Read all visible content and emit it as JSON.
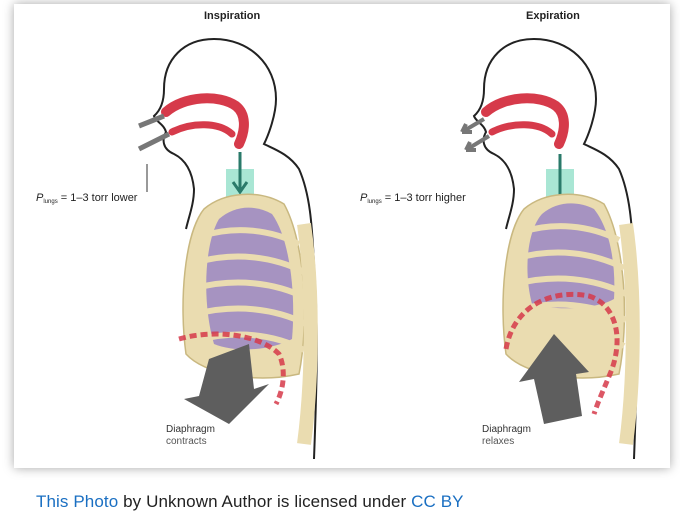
{
  "panels": {
    "inspiration": {
      "title": "Inspiration",
      "pressure_symbol": "P",
      "pressure_sub": "lungs",
      "pressure_text": " = 1–3 torr lower",
      "diaphragm_label": "Diaphragm",
      "diaphragm_state": "contracts"
    },
    "expiration": {
      "title": "Expiration",
      "pressure_symbol": "P",
      "pressure_sub": "lungs",
      "pressure_text": " = 1–3 torr higher",
      "diaphragm_label": "Diaphragm",
      "diaphragm_state": "relaxes"
    }
  },
  "caption": {
    "link1": "This Photo",
    "text1": " by Unknown Author is licensed under ",
    "link2": "CC BY"
  },
  "colors": {
    "airway": "#d63a4a",
    "trachea": "#a9e6d4",
    "lung": "#9a86c4",
    "ribs": "#eadcb0",
    "outline": "#222222"
  }
}
